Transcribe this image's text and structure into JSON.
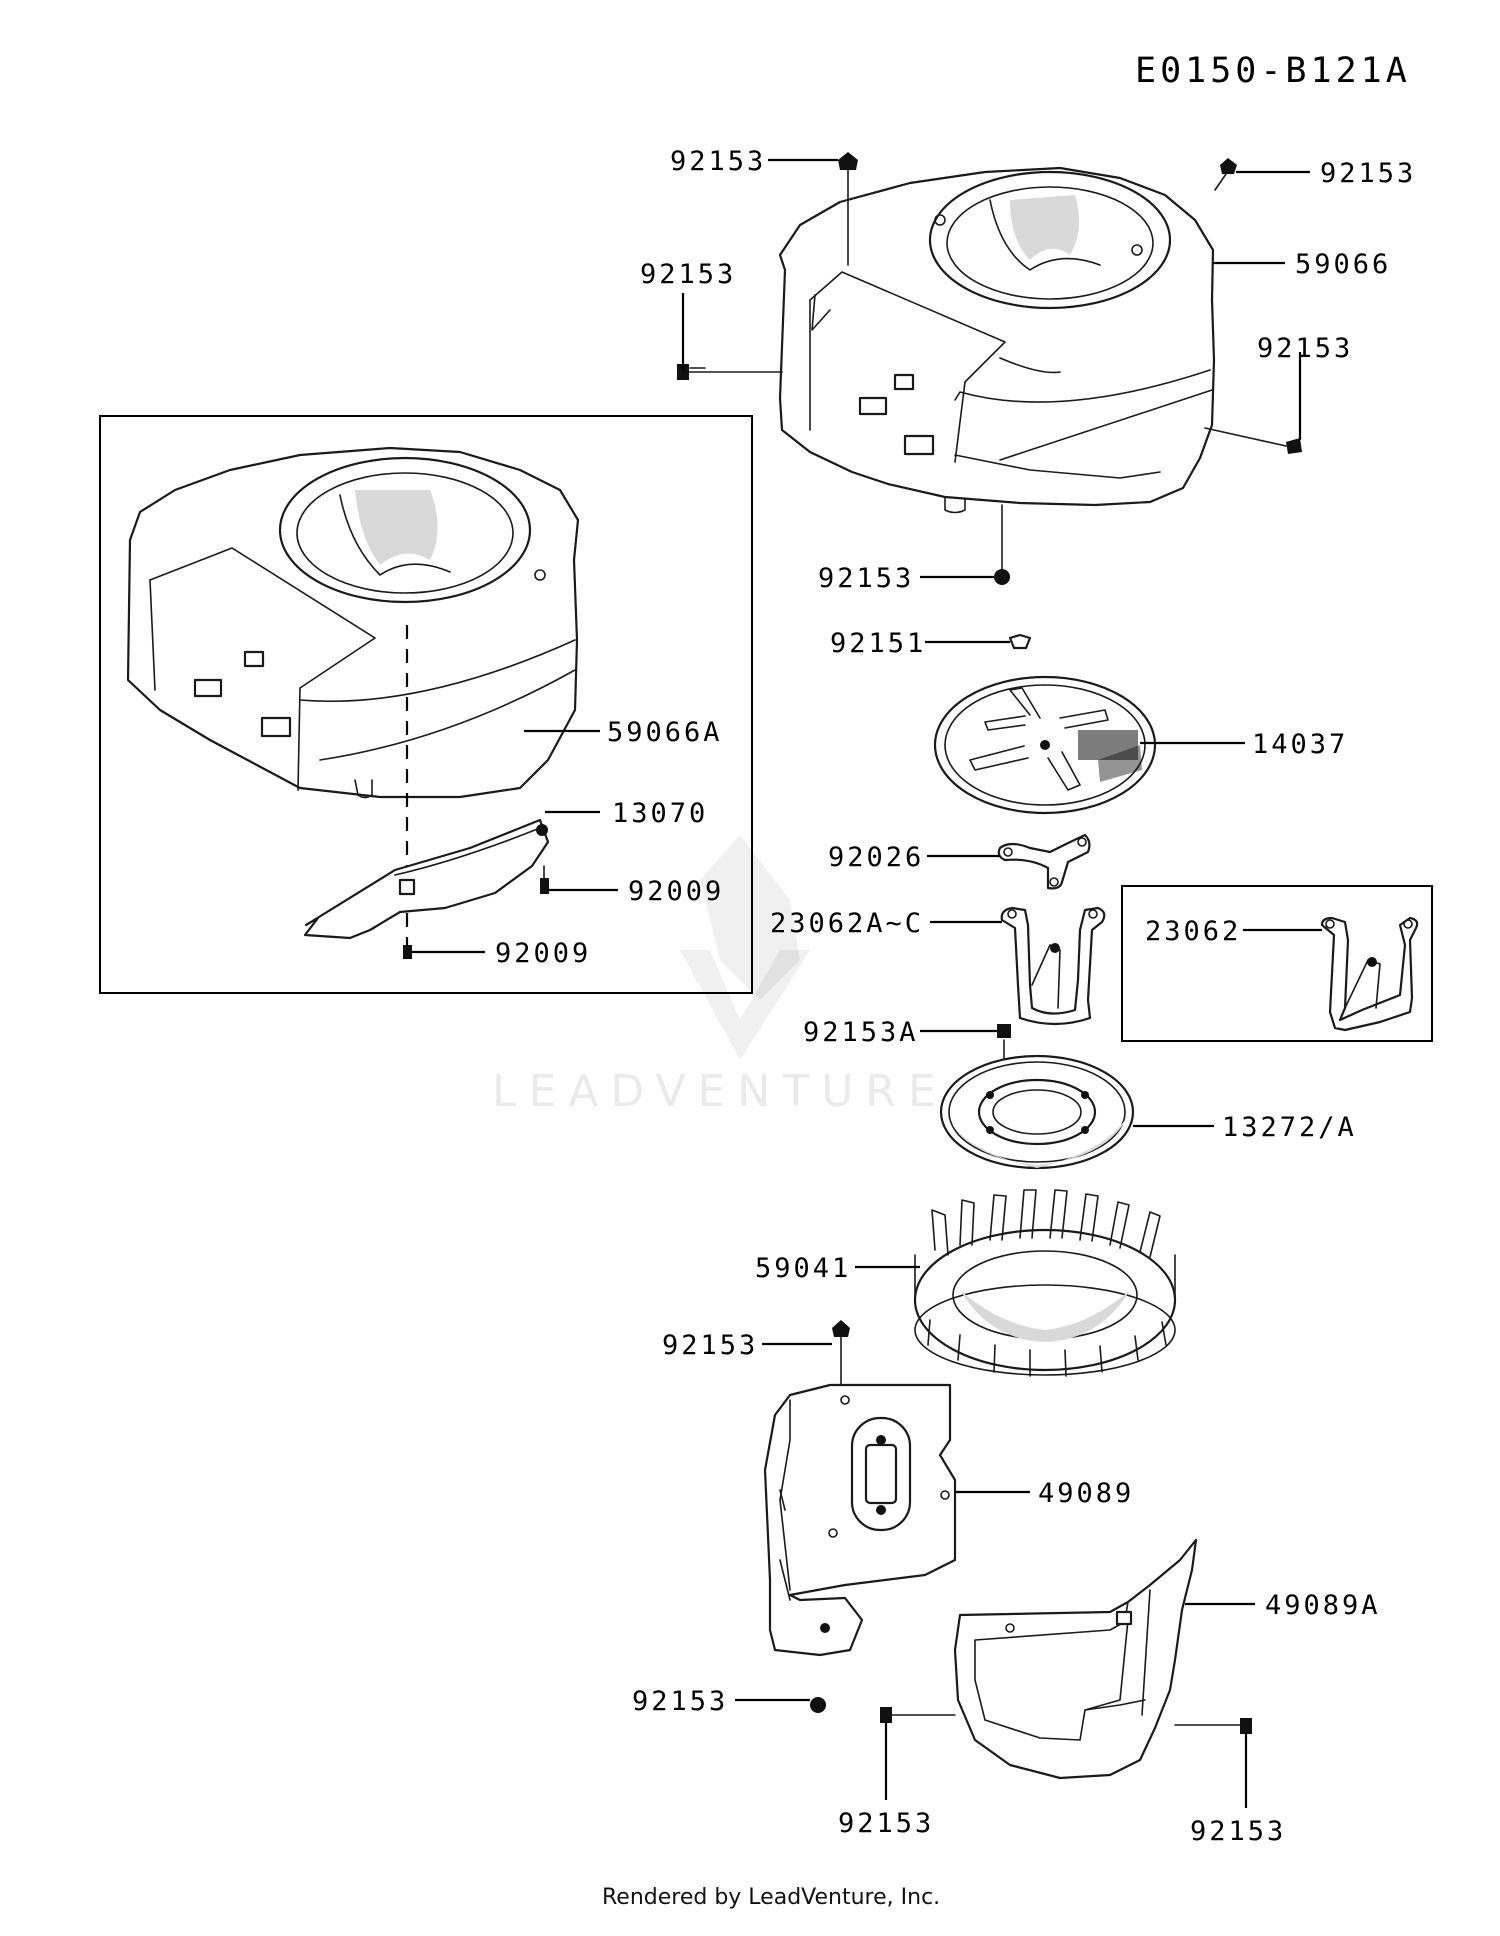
{
  "diagram": {
    "code": "E0150-B121A",
    "footer": "Rendered by LeadVenture, Inc.",
    "watermark": "LEADVENTURE",
    "labels": {
      "screw_top_left": "92153",
      "screw_top_right": "92153",
      "screw_left": "92153",
      "housing": "59066",
      "screw_right": "92153",
      "screw_bottom": "92153",
      "housing_alt": "59066A",
      "plate": "13070",
      "bolt_plate_a": "92009",
      "bolt_plate_b": "92009",
      "screw_screen": "92151",
      "screen": "14037",
      "spacer": "92026",
      "bracket": "23062A~C",
      "bracket_alt": "23062",
      "bolt_bracket": "92153A",
      "pulley": "13272/A",
      "fan": "59041",
      "screw_cover_top": "92153",
      "cover": "49089",
      "screw_cover_bottom": "92153",
      "cover_lower": "49089A",
      "screw_lower_left": "92153",
      "screw_lower_right": "92153"
    }
  }
}
